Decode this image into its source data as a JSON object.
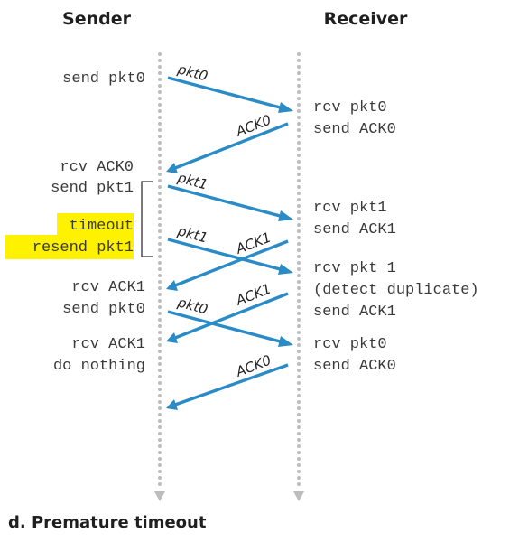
{
  "headers": {
    "sender": "Sender",
    "receiver": "Receiver"
  },
  "caption": "d. Premature timeout",
  "colors": {
    "arrow": "#2a8bc6",
    "timeline": "#bdbdbd",
    "highlight": "#fff200"
  },
  "sender_notes": [
    {
      "id": "send-pkt0",
      "text": "send pkt0"
    },
    {
      "id": "rcv-ack0",
      "text": "rcv ACK0"
    },
    {
      "id": "send-pkt1",
      "text": "send pkt1"
    },
    {
      "id": "timeout",
      "text": "timeout",
      "highlight": true
    },
    {
      "id": "resend-pkt1",
      "text": "resend pkt1",
      "highlight": true
    },
    {
      "id": "rcv-ack1-a",
      "text": "rcv ACK1"
    },
    {
      "id": "send-pkt0-b",
      "text": "send pkt0"
    },
    {
      "id": "rcv-ack1-b",
      "text": "rcv ACK1"
    },
    {
      "id": "do-nothing",
      "text": "do nothing"
    }
  ],
  "receiver_notes": [
    {
      "id": "rcv-pkt0",
      "text": "rcv pkt0"
    },
    {
      "id": "send-ack0",
      "text": "send ACK0"
    },
    {
      "id": "rcv-pkt1",
      "text": "rcv pkt1"
    },
    {
      "id": "send-ack1",
      "text": "send ACK1"
    },
    {
      "id": "rcv-pkt-1",
      "text": "rcv pkt 1"
    },
    {
      "id": "detect-dup",
      "text": "(detect duplicate)"
    },
    {
      "id": "send-ack1-b",
      "text": "send ACK1"
    },
    {
      "id": "rcv-pkt0-b",
      "text": "rcv pkt0"
    },
    {
      "id": "send-ack0-b",
      "text": "send ACK0"
    }
  ],
  "messages": [
    {
      "id": "pkt0-first",
      "label": "pkt0",
      "direction": "sender-to-receiver"
    },
    {
      "id": "ack0-first",
      "label": "ACK0",
      "direction": "receiver-to-sender"
    },
    {
      "id": "pkt1-first",
      "label": "pkt1",
      "direction": "sender-to-receiver"
    },
    {
      "id": "pkt1-resend",
      "label": "pkt1",
      "direction": "sender-to-receiver"
    },
    {
      "id": "ack1-first",
      "label": "ACK1",
      "direction": "receiver-to-sender"
    },
    {
      "id": "pkt0-second",
      "label": "pkt0",
      "direction": "sender-to-receiver"
    },
    {
      "id": "ack1-second",
      "label": "ACK1",
      "direction": "receiver-to-sender"
    },
    {
      "id": "ack0-second",
      "label": "ACK0",
      "direction": "receiver-to-sender"
    }
  ]
}
